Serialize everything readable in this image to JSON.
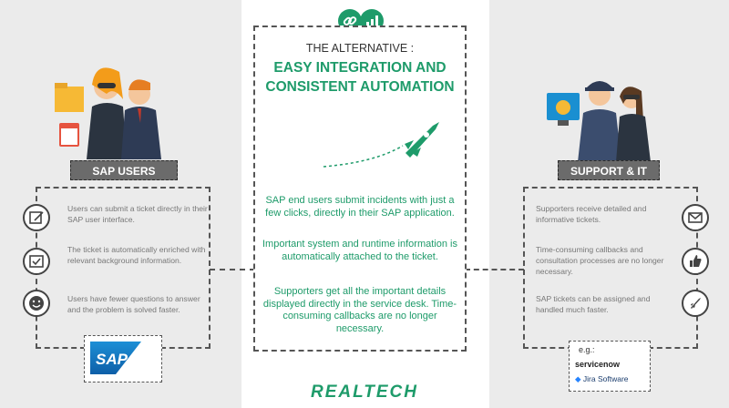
{
  "center": {
    "alt_label": "THE ALTERNATIVE :",
    "headline_line1": "EASY INTEGRATION AND",
    "headline_line2": "CONSISTENT AUTOMATION",
    "para1": "SAP end users submit incidents with just a few clicks, directly in their SAP application.",
    "para2": "Important system and runtime information is automatically attached to the ticket.",
    "para3": "Supporters get all the important details displayed directly in the service desk. Time-consuming callbacks are no longer necessary."
  },
  "left": {
    "title": "SAP USERS",
    "bullets": [
      "Users can submit a ticket directly in their SAP user interface.",
      "The ticket is automatically enriched with relevant background information.",
      "Users have fewer questions to answer and the problem is solved faster."
    ],
    "logo": "SAP"
  },
  "right": {
    "title": "SUPPORT & IT",
    "bullets": [
      "Supporters receive detailed and informative tickets.",
      "Time-consuming callbacks and consultation processes are no longer necessary.",
      "SAP tickets can be assigned and handled much faster."
    ],
    "eg_label": "e.g.:",
    "servicenow": "servicenow",
    "jira": "Jira Software"
  },
  "footer": {
    "brand": "REALTECH"
  },
  "colors": {
    "accent": "#1e9b6a",
    "label_bg": "#6b6b6b",
    "panel_bg": "#ebebeb"
  },
  "icons": [
    "link-icon",
    "chart-icon",
    "rocket-icon",
    "edit-icon",
    "calendar-check-icon",
    "smiley-icon",
    "mail-icon",
    "thumbs-up-icon",
    "rocket-small-icon"
  ]
}
